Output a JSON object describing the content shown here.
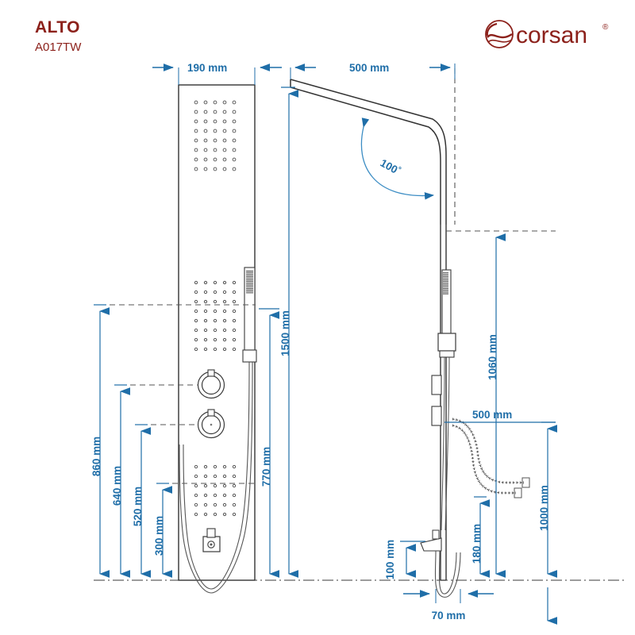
{
  "sheet": {
    "title": "ALTO",
    "model_code": "A017TW",
    "background": "#ffffff"
  },
  "logo": {
    "name": "corsan",
    "registered_mark": "®",
    "icon": "corsan-wave-emblem",
    "color": "#8c211b"
  },
  "colors": {
    "dimension_blue": "#1f6ea8",
    "dimension_blue_light": "#3c8dc4",
    "outline_dark": "#333333",
    "brand_red": "#8c211b",
    "extension_gray": "#555555"
  },
  "views": {
    "front": {
      "label": "front-elevation",
      "components": [
        "top-rain-nozzle-grid",
        "mid-body-nozzle-grid",
        "lower-body-nozzle-grid",
        "upper-control-knob",
        "lower-control-knob",
        "handheld-shower-wand",
        "hose-outlet-fitting",
        "flexible-hose"
      ]
    },
    "side": {
      "label": "side-elevation",
      "components": [
        "overhead-shower-arm",
        "vertical-column",
        "handheld-shower-wand",
        "wand-holder-bracket",
        "upper-control-knob",
        "lower-control-knob",
        "coiled-flexible-hose",
        "hose-outlet-fitting"
      ]
    }
  },
  "dimensions": {
    "horizontal": [
      {
        "id": "front-panel-width",
        "value": "190 mm",
        "unit": "mm",
        "number": 190,
        "orientation": "horizontal",
        "view": "front"
      },
      {
        "id": "overhead-arm-reach",
        "value": "500 mm",
        "unit": "mm",
        "number": 500,
        "orientation": "horizontal",
        "view": "side"
      },
      {
        "id": "hose-projection",
        "value": "500 mm",
        "unit": "mm",
        "number": 500,
        "orientation": "horizontal",
        "view": "side"
      },
      {
        "id": "hose-loop-width",
        "value": "70 mm",
        "unit": "mm",
        "number": 70,
        "orientation": "horizontal",
        "view": "side"
      }
    ],
    "vertical": [
      {
        "id": "upper-knob-height",
        "value": "860 mm",
        "unit": "mm",
        "number": 860,
        "orientation": "vertical",
        "view": "front"
      },
      {
        "id": "lower-knob-height",
        "value": "640 mm",
        "unit": "mm",
        "number": 640,
        "orientation": "vertical",
        "view": "front"
      },
      {
        "id": "mid-grid-bottom-height",
        "value": "520 mm",
        "unit": "mm",
        "number": 520,
        "orientation": "vertical",
        "view": "front"
      },
      {
        "id": "outlet-fitting-height",
        "value": "300 mm",
        "unit": "mm",
        "number": 300,
        "orientation": "vertical",
        "view": "front"
      },
      {
        "id": "wand-bracket-height",
        "value": "770 mm",
        "unit": "mm",
        "number": 770,
        "orientation": "vertical",
        "view": "front"
      },
      {
        "id": "overall-height",
        "value": "1500 mm",
        "unit": "mm",
        "number": 1500,
        "orientation": "vertical",
        "view": "front"
      },
      {
        "id": "column-top-height",
        "value": "1060 mm",
        "unit": "mm",
        "number": 1060,
        "orientation": "vertical",
        "view": "side"
      },
      {
        "id": "hose-outlet-height",
        "value": "1000 mm",
        "unit": "mm",
        "number": 1000,
        "orientation": "vertical",
        "view": "side"
      },
      {
        "id": "wand-holder-height",
        "value": "180 mm",
        "unit": "mm",
        "number": 180,
        "orientation": "vertical",
        "view": "side"
      },
      {
        "id": "fitting-offset-height",
        "value": "100 mm",
        "unit": "mm",
        "number": 100,
        "orientation": "vertical",
        "view": "side"
      }
    ],
    "angular": [
      {
        "id": "overhead-arm-angle",
        "value": "100",
        "symbol": "°",
        "unit": "degrees",
        "number": 100,
        "view": "side"
      }
    ]
  }
}
